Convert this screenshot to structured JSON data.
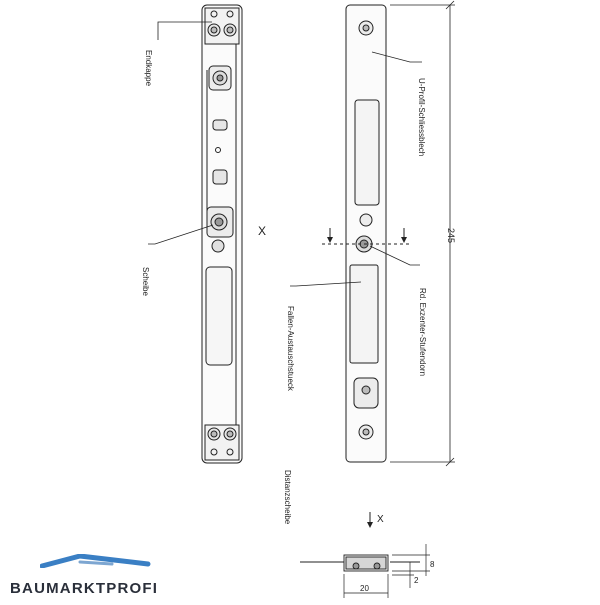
{
  "labels": {
    "endkappe": "Endkappe",
    "scheibe": "Scheibe",
    "u_profil": "U-Profil-Schliessblech",
    "rd_exzenter": "Rd. Exzenter-Stufendorn",
    "fallen": "Fallen-Austauschstueck",
    "distanzscheibe": "Distanzscheibe",
    "x_mark": "X",
    "x_mark_section": "X"
  },
  "dimensions": {
    "length": "245",
    "height_8": "8",
    "height_2": "2",
    "width_20": "20"
  },
  "brand": {
    "name": "BAUMARKTPROFI",
    "roof_color": "#3a7fc4"
  },
  "colors": {
    "line": "#222222",
    "fill_light": "#f4f4f4",
    "shade": "#c8c8c8"
  }
}
